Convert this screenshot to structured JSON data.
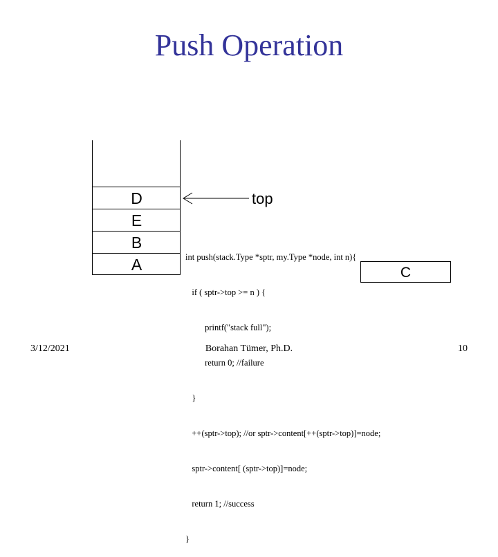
{
  "slide": {
    "title": "Push Operation",
    "footer": {
      "date": "3/12/2021",
      "author": "Borahan Tümer, Ph.D.",
      "page": "10"
    }
  },
  "stack": {
    "cells": [
      "D",
      "E",
      "B",
      "A"
    ],
    "top_label": "top"
  },
  "code_lines": [
    "int push(stack.Type *sptr, my.Type *node, int n){",
    "   if ( sptr->top >= n ) {",
    "         printf(\"stack full\");",
    "         return 0; //failure",
    "   }",
    "   ++(sptr->top); //or sptr->content[++(sptr->top)]=node;",
    "   sptr->content[ (sptr->top)]=node;",
    "   return 1; //success",
    "}"
  ],
  "new_node": {
    "label": "C"
  }
}
